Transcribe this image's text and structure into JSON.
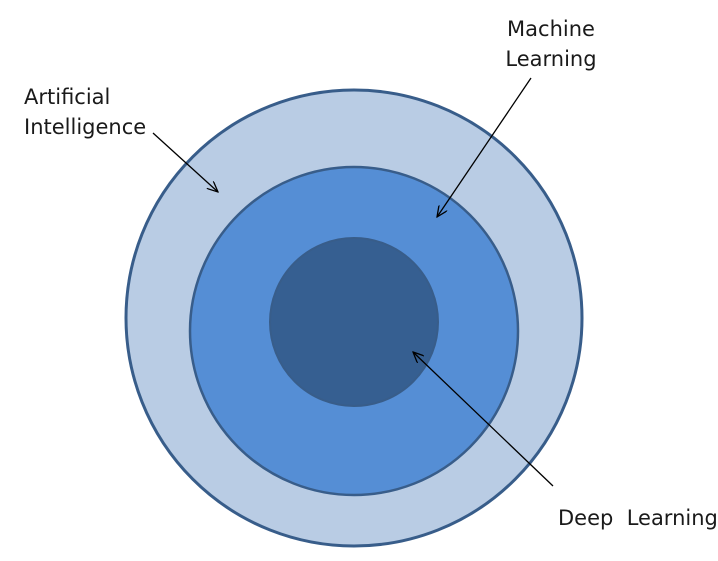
{
  "diagram": {
    "labels": {
      "ai": {
        "line1": "Artificial",
        "line2": "Intelligence"
      },
      "ml": {
        "line1": "Machine",
        "line2": "Learning"
      },
      "dl": {
        "text": "Deep  Learning"
      }
    },
    "colors": {
      "outer_fill": "#b9cce4",
      "middle_fill": "#558ed5",
      "inner_fill": "#365f91",
      "stroke": "#385d8a",
      "arrow": "#000000",
      "text": "#1a1a1a"
    }
  }
}
